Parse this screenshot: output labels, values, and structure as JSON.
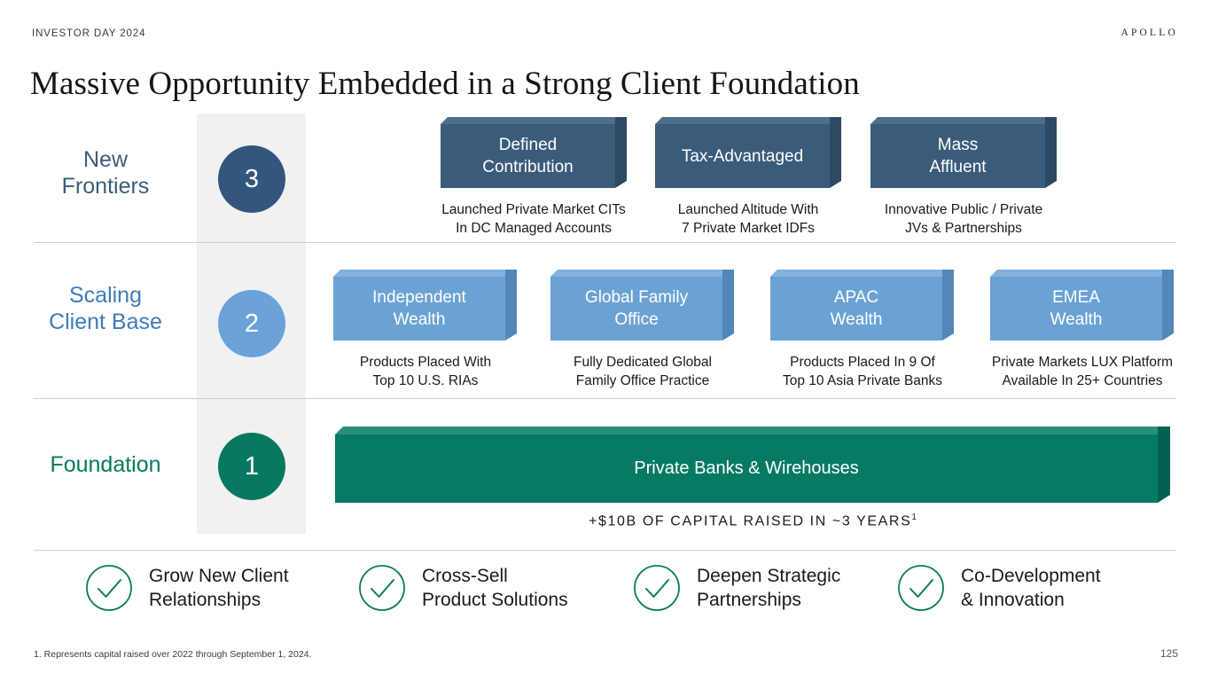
{
  "header": {
    "eyebrow": "INVESTOR DAY 2024",
    "brand": "APOLLO",
    "title": "Massive Opportunity Embedded in a Strong Client Foundation"
  },
  "colors": {
    "navy": "#3b5b7b",
    "light_blue": "#6ba2d4",
    "green": "#067a63",
    "circle_navy": "#32567c",
    "circle_blue": "#6ba2da",
    "circle_green": "#07795f",
    "band_gray": "#f1f1f1"
  },
  "rows": [
    {
      "id": "new-frontiers",
      "label": "New\nFrontiers",
      "number": "3",
      "boxes": [
        {
          "title": "Defined\nContribution",
          "caption": "Launched Private Market CITs\nIn DC Managed Accounts"
        },
        {
          "title": "Tax-Advantaged",
          "caption": "Launched Altitude With\n7  Private Market IDFs"
        },
        {
          "title": "Mass\nAffluent",
          "caption": "Innovative Public / Private\nJVs & Partnerships"
        }
      ]
    },
    {
      "id": "scaling-client-base",
      "label": "Scaling\nClient Base",
      "number": "2",
      "boxes": [
        {
          "title": "Independent\nWealth",
          "caption": "Products Placed With\nTop 10 U.S. RIAs"
        },
        {
          "title": "Global Family\nOffice",
          "caption": "Fully Dedicated Global\nFamily Office Practice"
        },
        {
          "title": "APAC\nWealth",
          "caption": "Products Placed In 9 Of\nTop 10 Asia Private Banks"
        },
        {
          "title": "EMEA\nWealth",
          "caption": "Private Markets LUX Platform\nAvailable In 25+ Countries"
        }
      ]
    },
    {
      "id": "foundation",
      "label": "Foundation",
      "number": "1",
      "bar_label": "Private Banks & Wirehouses",
      "capital_note": "+$10B OF CAPITAL RAISED IN ~3 YEARS",
      "capital_note_sup": "1"
    }
  ],
  "checklist": [
    {
      "icon": "check-circle-icon",
      "label": "Grow New Client\nRelationships"
    },
    {
      "icon": "check-circle-icon",
      "label": "Cross-Sell\nProduct Solutions"
    },
    {
      "icon": "check-circle-icon",
      "label": "Deepen Strategic\nPartnerships"
    },
    {
      "icon": "check-circle-icon",
      "label": "Co-Development\n& Innovation"
    }
  ],
  "footer": {
    "footnote": "1. Represents capital raised over 2022 through September 1, 2024.",
    "page_number": "125"
  }
}
